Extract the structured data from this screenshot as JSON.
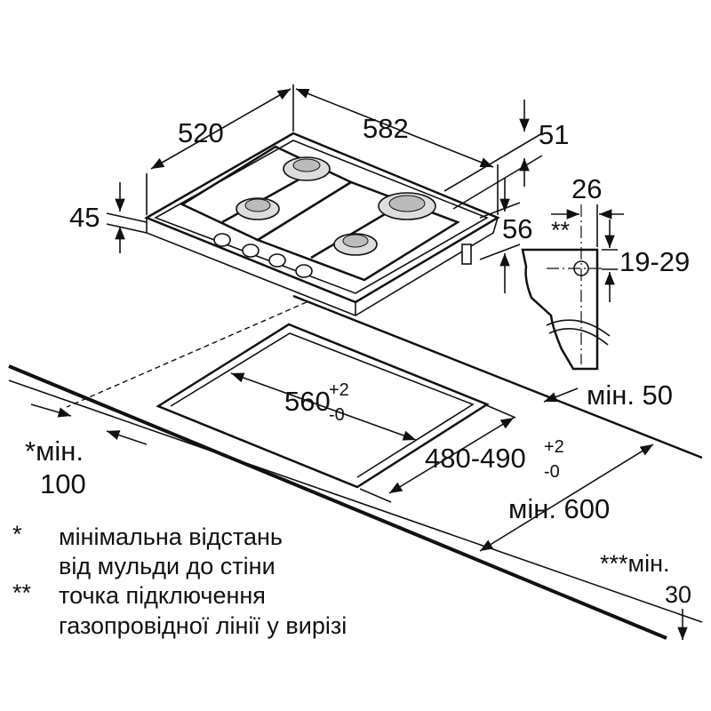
{
  "dimensions": {
    "depth": "520",
    "width": "582",
    "height_front": "51",
    "height_side": "45",
    "height_under": "56",
    "gas_offset": "26",
    "gas_marker": "**",
    "gas_height": "19-29",
    "cutout_width": "560",
    "cutout_width_tol_plus": "+2",
    "cutout_width_tol_minus": "-0",
    "cutout_depth": "480-490",
    "cutout_depth_tol_plus": "+2",
    "cutout_depth_tol_minus": "-0",
    "min_back": "мін. 50",
    "min_wall_label": "*мін.",
    "min_wall_value": "100",
    "min_counter": "мін. 600",
    "min_front_label": "***мін.",
    "min_front_value": "30"
  },
  "legend": [
    {
      "marker": "*",
      "lines": [
        "мінімальна відстань",
        "від мульди до стіни"
      ]
    },
    {
      "marker": "**",
      "lines": [
        "точка підключення",
        "газопровідної лінії у вирізі"
      ]
    }
  ]
}
